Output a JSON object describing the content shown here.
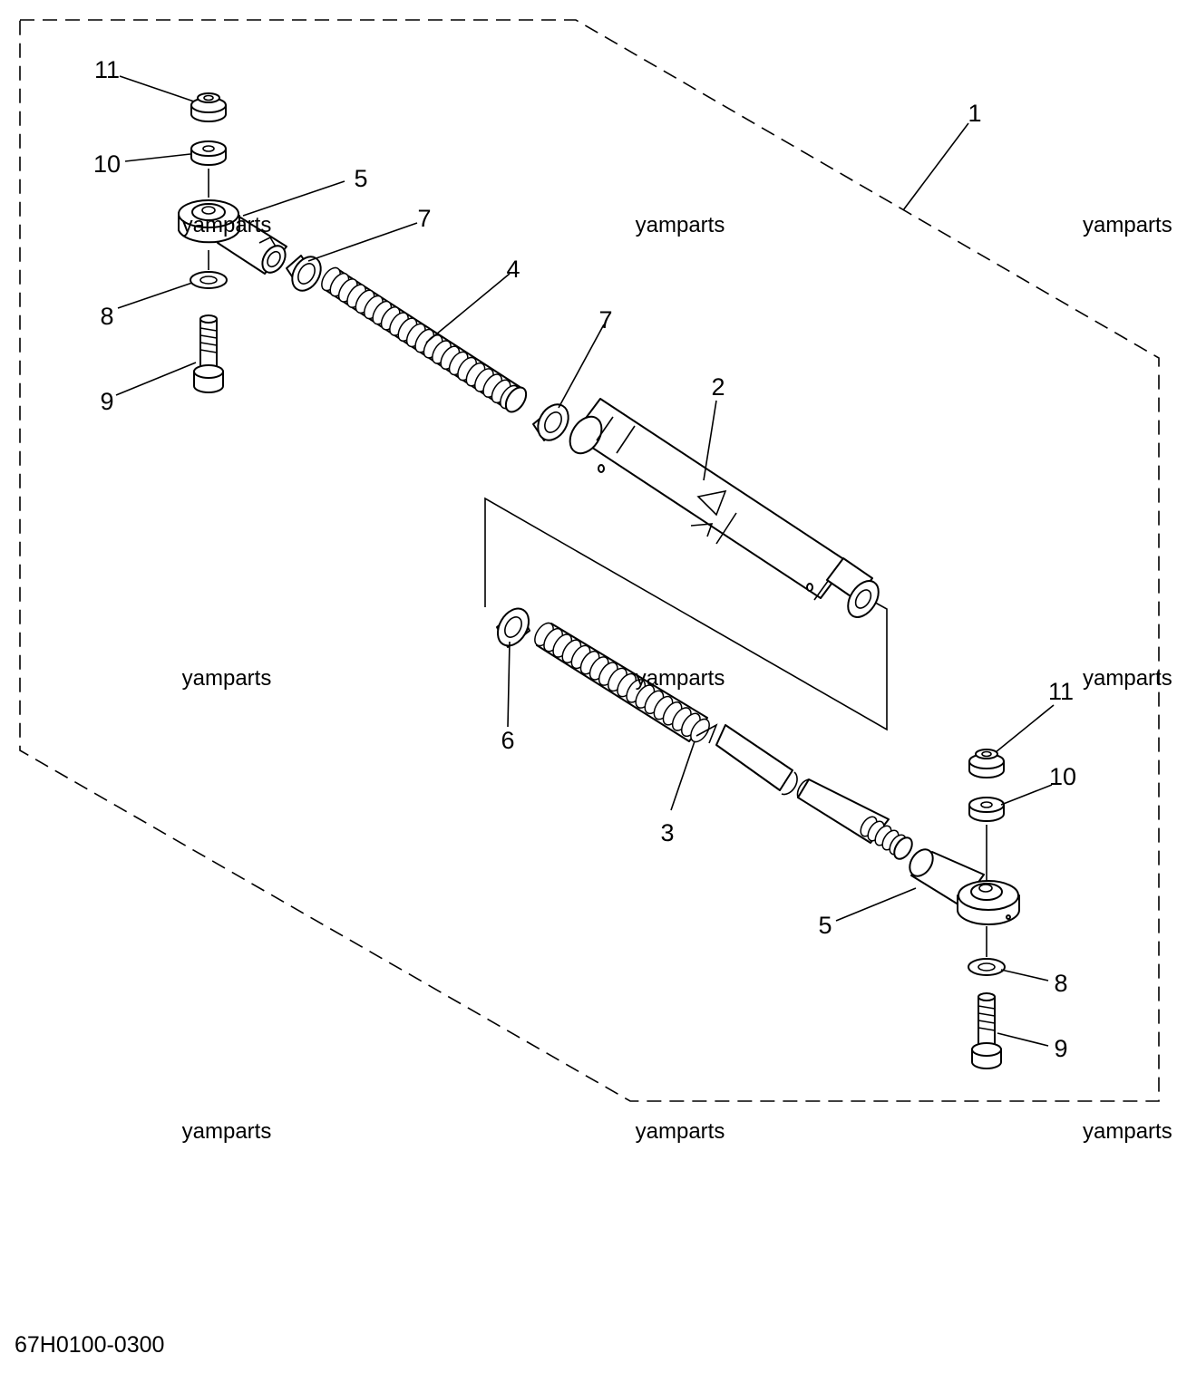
{
  "diagram_code": "67H0100-0300",
  "watermark": "yamparts",
  "callouts": {
    "assembly": "1",
    "outer_tube": "2",
    "inner_rod": "3",
    "threaded_rod": "4",
    "rod_end_upper": "5",
    "rod_end_lower": "5",
    "nut_lower": "6",
    "nut_upper_left": "7",
    "nut_upper_right": "7",
    "washer_upper": "8",
    "washer_lower": "8",
    "bolt_upper": "9",
    "bolt_lower": "9",
    "collar_upper": "10",
    "collar_lower": "10",
    "nut_cap_upper": "11",
    "nut_cap_lower": "11"
  }
}
